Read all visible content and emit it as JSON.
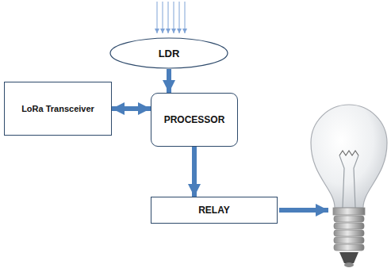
{
  "diagram": {
    "nodes": [
      {
        "text": [
          "LDR"
        ]
      },
      {
        "text": [
          "LoRa Transceiver"
        ]
      },
      {
        "text": [
          "PROCESSOR"
        ]
      },
      {
        "text": [
          "RELAY"
        ]
      }
    ],
    "edges": [
      {
        "from": 0,
        "to": 2,
        "arrow": "to"
      },
      {
        "from": 1,
        "to": 2,
        "arrow": "both"
      },
      {
        "from": 2,
        "to": 3,
        "arrow": "to"
      }
    ]
  }
}
